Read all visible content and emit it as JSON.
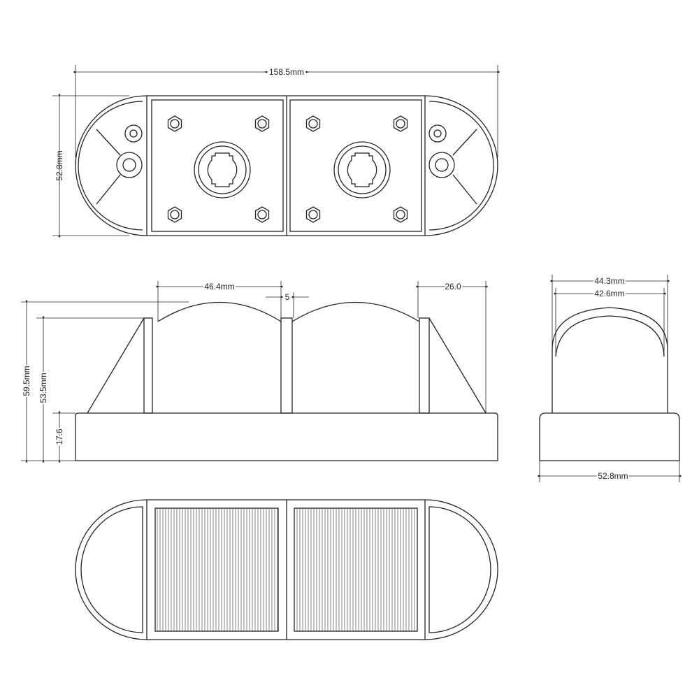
{
  "dimensions": {
    "overall_length": "158.5mm",
    "top_width": "52.8mm",
    "dome_width": "46.4mm",
    "gap": "5",
    "end_offset": "26.0",
    "total_height": "59.5mm",
    "post_height": "53.5mm",
    "base_height": "17.6",
    "side_outer_width": "44.3mm",
    "side_inner_width": "42.6mm",
    "side_base_width": "52.8mm"
  }
}
